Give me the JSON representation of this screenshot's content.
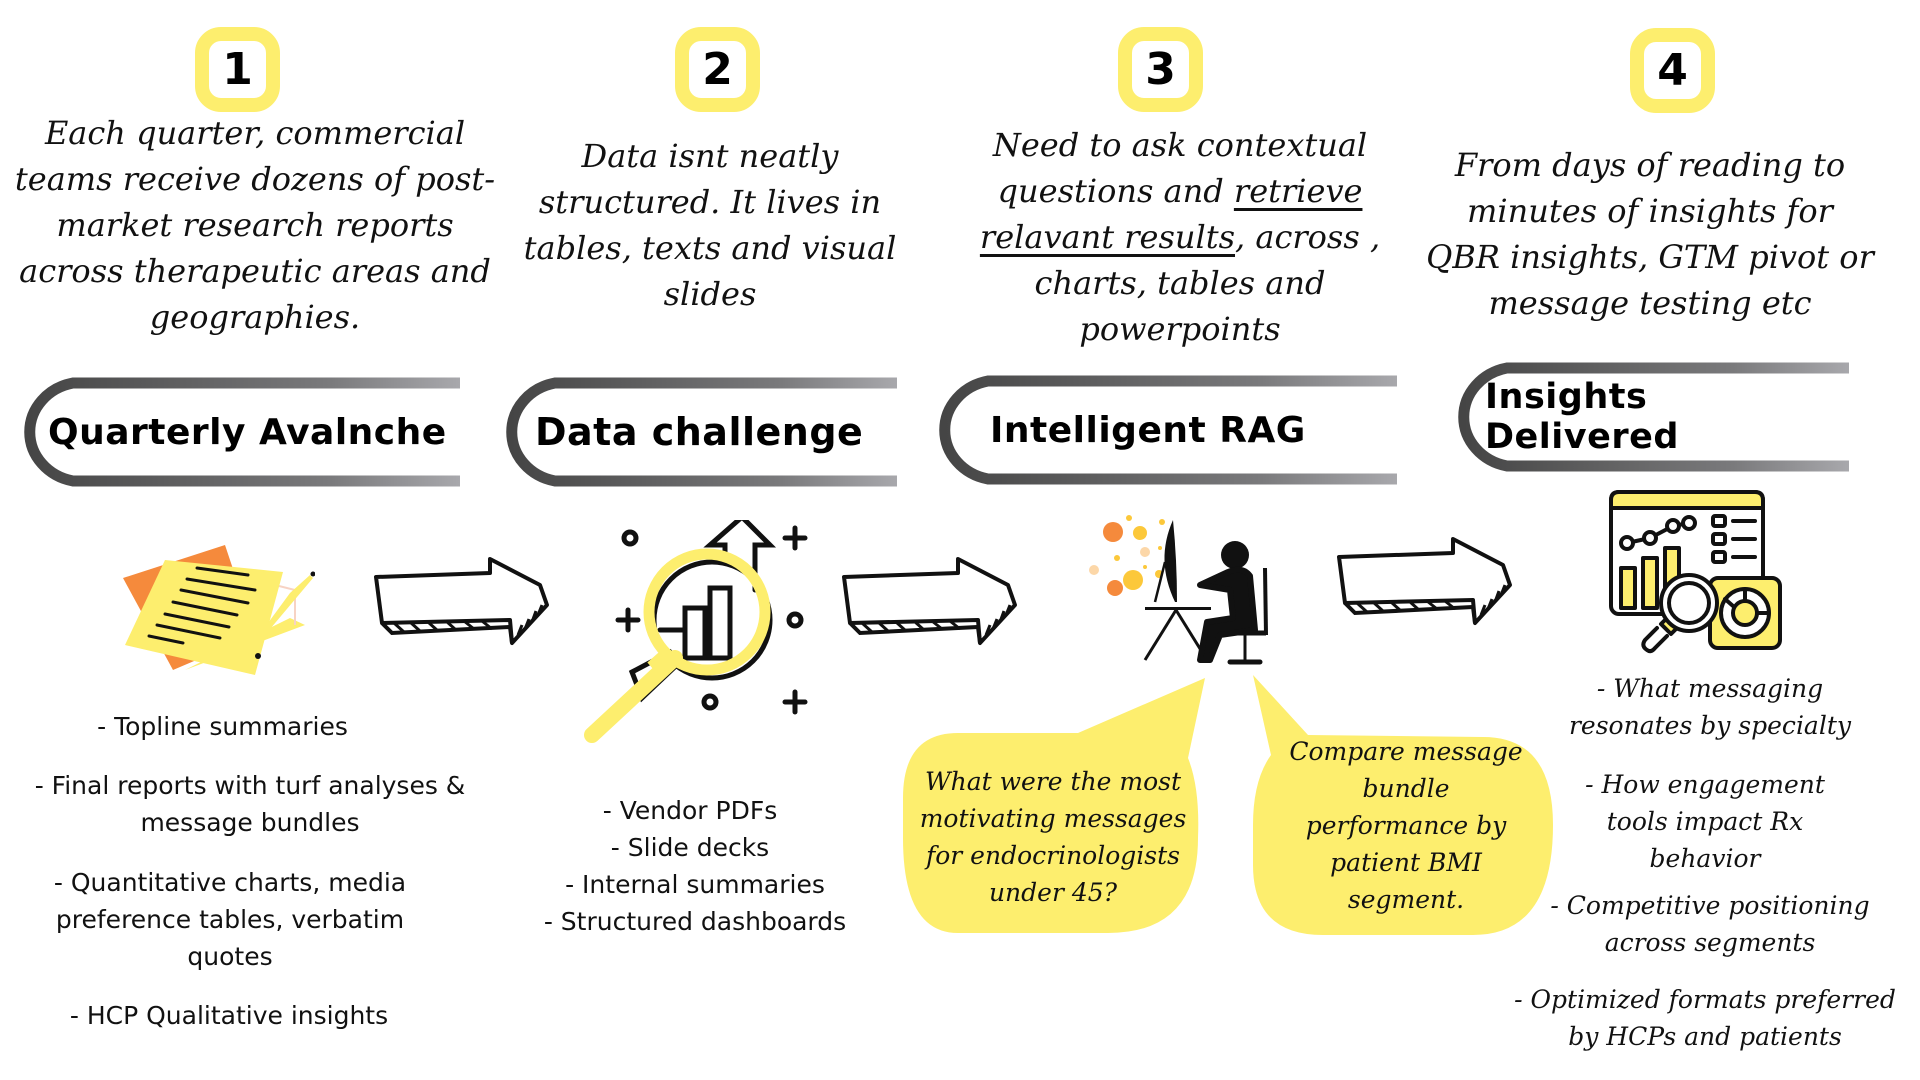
{
  "colors": {
    "accent_yellow": "#fdee6e",
    "orange": "#f58a3c",
    "bar_dark": "#4a4a4a",
    "bar_light": "#a8a8ac"
  },
  "steps": [
    {
      "number": "1",
      "intro": "Each quarter, commercial\nteams receive dozens of post-\nmarket research reports\nacross therapeutic areas and\ngeographies.",
      "title": "Quarterly Avalnche",
      "icon": "documents-pencil-icon",
      "items": [
        "- Topline summaries",
        "-  Final reports with turf analyses &\nmessage bundles",
        "- Quantitative charts, media\npreference tables, verbatim\nquotes",
        "- HCP Qualitative insights"
      ]
    },
    {
      "number": "2",
      "intro": "Data isnt neatly\nstructured. It lives in\ntables, texts and visual\nslides",
      "title": "Data challenge",
      "icon": "magnifier-bar-chart-icon",
      "items": [
        "- Vendor PDFs",
        "- Slide decks",
        "- Internal summaries",
        "- Structured dashboards"
      ]
    },
    {
      "number": "3",
      "intro_parts": {
        "line1": "Need to ask contextual",
        "line2_pre": "questions and ",
        "line2_link": "retrieve",
        "line3_link": "relavant results",
        "line3_post": ", across ,",
        "line4": "charts, tables and",
        "line5": "powerpoints"
      },
      "title": "Intelligent RAG",
      "icon": "person-at-computer-icon",
      "bubbles": [
        "What were the most\nmotivating messages\nfor endocrinologists\nunder 45?",
        "Compare message\nbundle\nperformance by\npatient BMI\nsegment."
      ]
    },
    {
      "number": "4",
      "intro": "From days of reading to\nminutes of insights for\nQBR insights, GTM pivot or\nmessage testing etc",
      "title": "Insights Delivered",
      "icon": "analytics-dashboard-icon",
      "items": [
        "- What messaging\nresonates by specialty",
        "- How engagement\ntools impact Rx\nbehavior",
        "- Competitive positioning\nacross segments",
        "- Optimized formats preferred\nby HCPs and patients"
      ]
    }
  ],
  "arrows": [
    "arrow-right-icon",
    "arrow-right-icon",
    "arrow-right-icon"
  ]
}
